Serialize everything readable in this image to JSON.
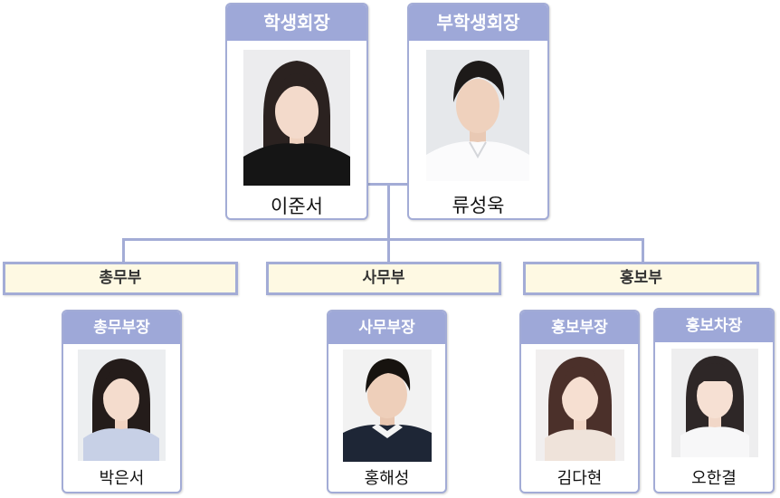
{
  "colors": {
    "header_bg": "#9ea8d8",
    "border": "#a3acd6",
    "dept_bg": "#fef9e3"
  },
  "leaders": [
    {
      "role": "학생회장",
      "name": "이준서"
    },
    {
      "role": "부학생회장",
      "name": "류성욱"
    }
  ],
  "departments": [
    {
      "name": "총무부",
      "members": [
        {
          "role": "총무부장",
          "name": "박은서"
        }
      ]
    },
    {
      "name": "사무부",
      "members": [
        {
          "role": "사무부장",
          "name": "홍해성"
        }
      ]
    },
    {
      "name": "홍보부",
      "members": [
        {
          "role": "홍보부장",
          "name": "김다현"
        },
        {
          "role": "홍보차장",
          "name": "오한결"
        }
      ]
    }
  ]
}
